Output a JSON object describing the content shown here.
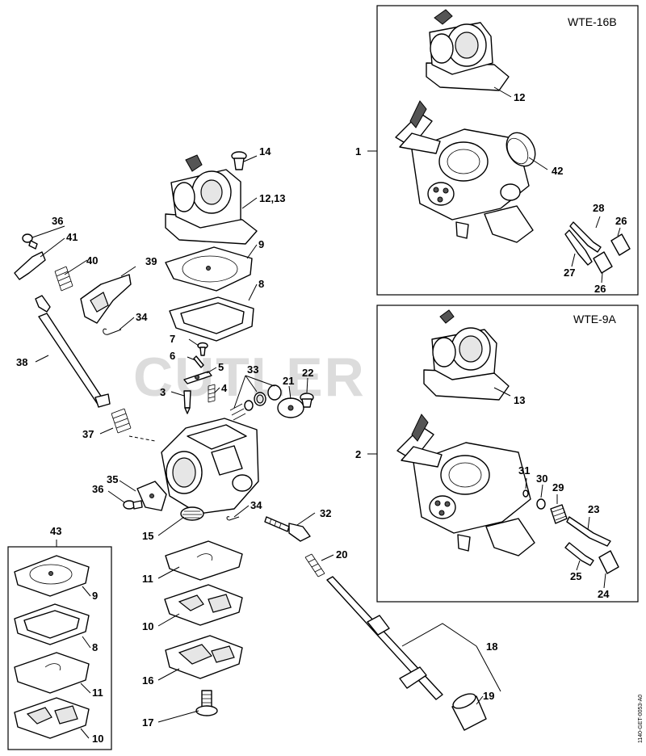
{
  "watermark": "CUTLER",
  "reference_code": "1140-GET-0053-A0",
  "kits": {
    "wte16b_title": "WTE-16B",
    "wte9a_title": "WTE-9A"
  },
  "labels": {
    "l1": "1",
    "l2": "2",
    "l3": "3",
    "l4": "4",
    "l5": "5",
    "l6": "6",
    "l7": "7",
    "l8": "8",
    "l8b": "8",
    "l9": "9",
    "l9b": "9",
    "l10": "10",
    "l10b": "10",
    "l11": "11",
    "l11b": "11",
    "l12": "12",
    "l12_13": "12,13",
    "l13": "13",
    "l14": "14",
    "l15": "15",
    "l16": "16",
    "l17": "17",
    "l18": "18",
    "l19": "19",
    "l20": "20",
    "l21": "21",
    "l22": "22",
    "l23": "23",
    "l24": "24",
    "l25": "25",
    "l26": "26",
    "l26b": "26",
    "l27": "27",
    "l28": "28",
    "l29": "29",
    "l30": "30",
    "l31": "31",
    "l32": "32",
    "l33": "33",
    "l34": "34",
    "l34b": "34",
    "l35": "35",
    "l36": "36",
    "l36b": "36",
    "l37": "37",
    "l38": "38",
    "l39": "39",
    "l40": "40",
    "l41": "41",
    "l42": "42",
    "l43": "43"
  }
}
